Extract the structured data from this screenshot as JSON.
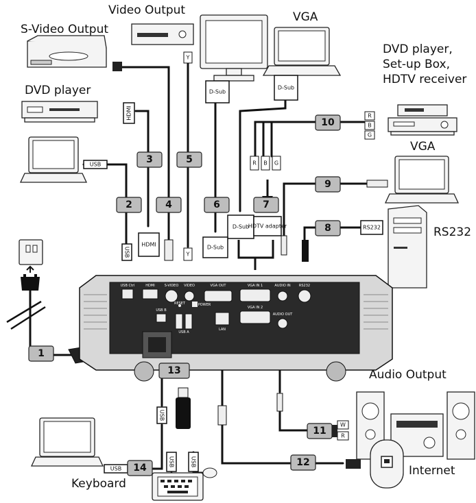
{
  "labels": {
    "svideo_output": "S-Video Output",
    "video_output": "Video Output",
    "vga_top": "VGA",
    "dvd_player": "DVD player",
    "dvd_group_1": "DVD player,",
    "dvd_group_2": "Set-up Box,",
    "dvd_group_3": "HDTV receiver",
    "vga_right": "VGA",
    "rs232": "RS232",
    "audio_output": "Audio Output",
    "keyboard": "Keyboard",
    "internet": "Internet"
  },
  "connectors": {
    "dsub": "D-Sub",
    "hdmi": "HDMI",
    "usb": "USB",
    "rs232": "RS232",
    "hdtv_adapter": "HDTV adapter",
    "r": "R",
    "b": "B",
    "g": "G",
    "w": "W",
    "y": "Y"
  },
  "ports": {
    "usb_ctrl": "USB Ctrl",
    "hdmi": "HDMI",
    "svideo": "S-VIDEO",
    "video": "VIDEO",
    "vga_out": "VGA OUT",
    "vga_in1": "VGA IN 1",
    "vga_in2": "VGA IN 2",
    "audio_in": "AUDIO IN",
    "audio_out": "AUDIO OUT",
    "rs232": "RS232",
    "usb_b": "USB B",
    "usb_a": "USB A",
    "lan": "LAN",
    "reset": "RESET",
    "power": "POWER"
  },
  "cables": [
    "1",
    "2",
    "3",
    "4",
    "5",
    "6",
    "7",
    "8",
    "9",
    "10",
    "11",
    "12",
    "13",
    "14"
  ]
}
